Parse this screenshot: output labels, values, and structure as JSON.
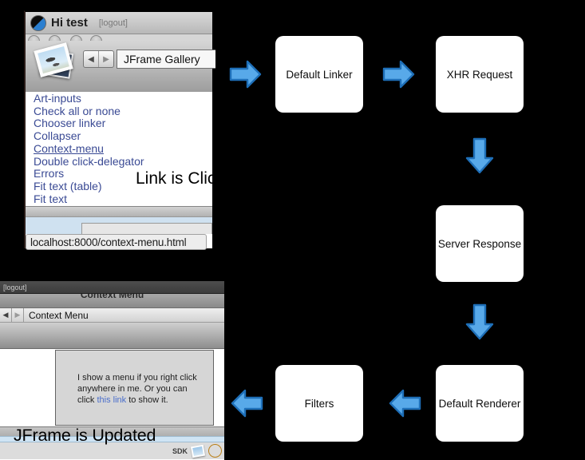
{
  "colors": {
    "arrow_fill": "#58a9e9",
    "arrow_stroke": "#1e6fb8",
    "link_blue": "#3a4a94",
    "page_bg": "#000000",
    "box_bg": "#ffffff",
    "status_blue": "#cfe4f4",
    "content_link": "#4a6ecb"
  },
  "glyphs": {
    "back": "◀",
    "forward": "▶"
  },
  "top_window": {
    "title": "Hi test",
    "logout": "[logout]",
    "nav_field": "JFrame Gallery",
    "links": [
      "Art-inputs",
      "Check all or none",
      "Chooser linker",
      "Collapser",
      "Context-menu",
      "Double click-delegator",
      "Errors",
      "Fit text (table)",
      "Fit text"
    ],
    "annotation": "Link is Click",
    "status_url": "localhost:8000/context-menu.html"
  },
  "flow": {
    "boxes": [
      {
        "label": "Default Linker"
      },
      {
        "label": "XHR Request"
      },
      {
        "label": "Server Response"
      },
      {
        "label": "Default Renderer"
      },
      {
        "label": "Filters"
      }
    ]
  },
  "bottom_window": {
    "logout": "[logout]",
    "clipped_title": "Context Menu",
    "nav_label": "Context Menu",
    "content": {
      "text_before": "I show a menu if you right click anywhere in me. Or you can click",
      "link_text": "this link",
      "text_after": "to show it."
    },
    "status": {
      "sdk": "SDK"
    }
  },
  "annotations": {
    "updated": "JFrame is Updated"
  }
}
